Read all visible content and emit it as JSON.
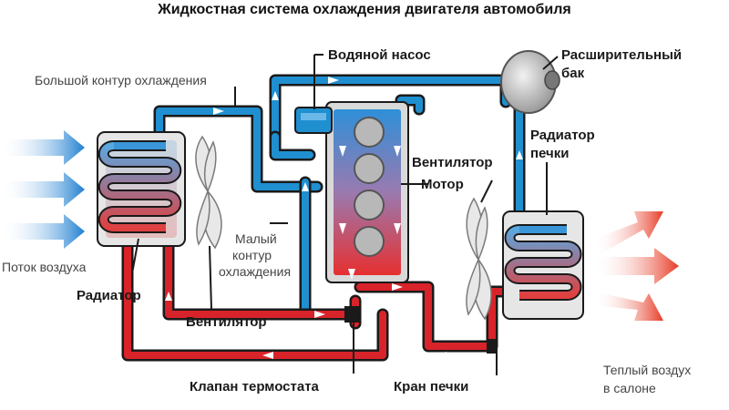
{
  "title": "Жидкостная система охлаждения двигателя автомобиля",
  "labels": {
    "big_circuit": "Большой контур охлаждения",
    "water_pump": "Водяной насос",
    "expansion_tank_1": "Расширительный",
    "expansion_tank_2": "бак",
    "heater_radiator_1": "Радиатор",
    "heater_radiator_2": "печки",
    "fan_right": "Вентилятор",
    "motor": "Мотор",
    "small_circuit_1": "Малый",
    "small_circuit_2": "контур",
    "small_circuit_3": "охлаждения",
    "air_flow": "Поток воздуха",
    "radiator": "Радиатор",
    "fan_left": "Вентилятор",
    "thermostat": "Клапан термостата",
    "heater_valve": "Кран печки",
    "warm_air_1": "Теплый воздух",
    "warm_air_2": "в салоне"
  },
  "colors": {
    "cold_pipe": "#1f8fd0",
    "hot_pipe": "#d8232a",
    "pipe_outline": "#1a1a1a",
    "inflow_arrow": "#1f7fd0",
    "outflow_arrow": "#e8402a"
  }
}
